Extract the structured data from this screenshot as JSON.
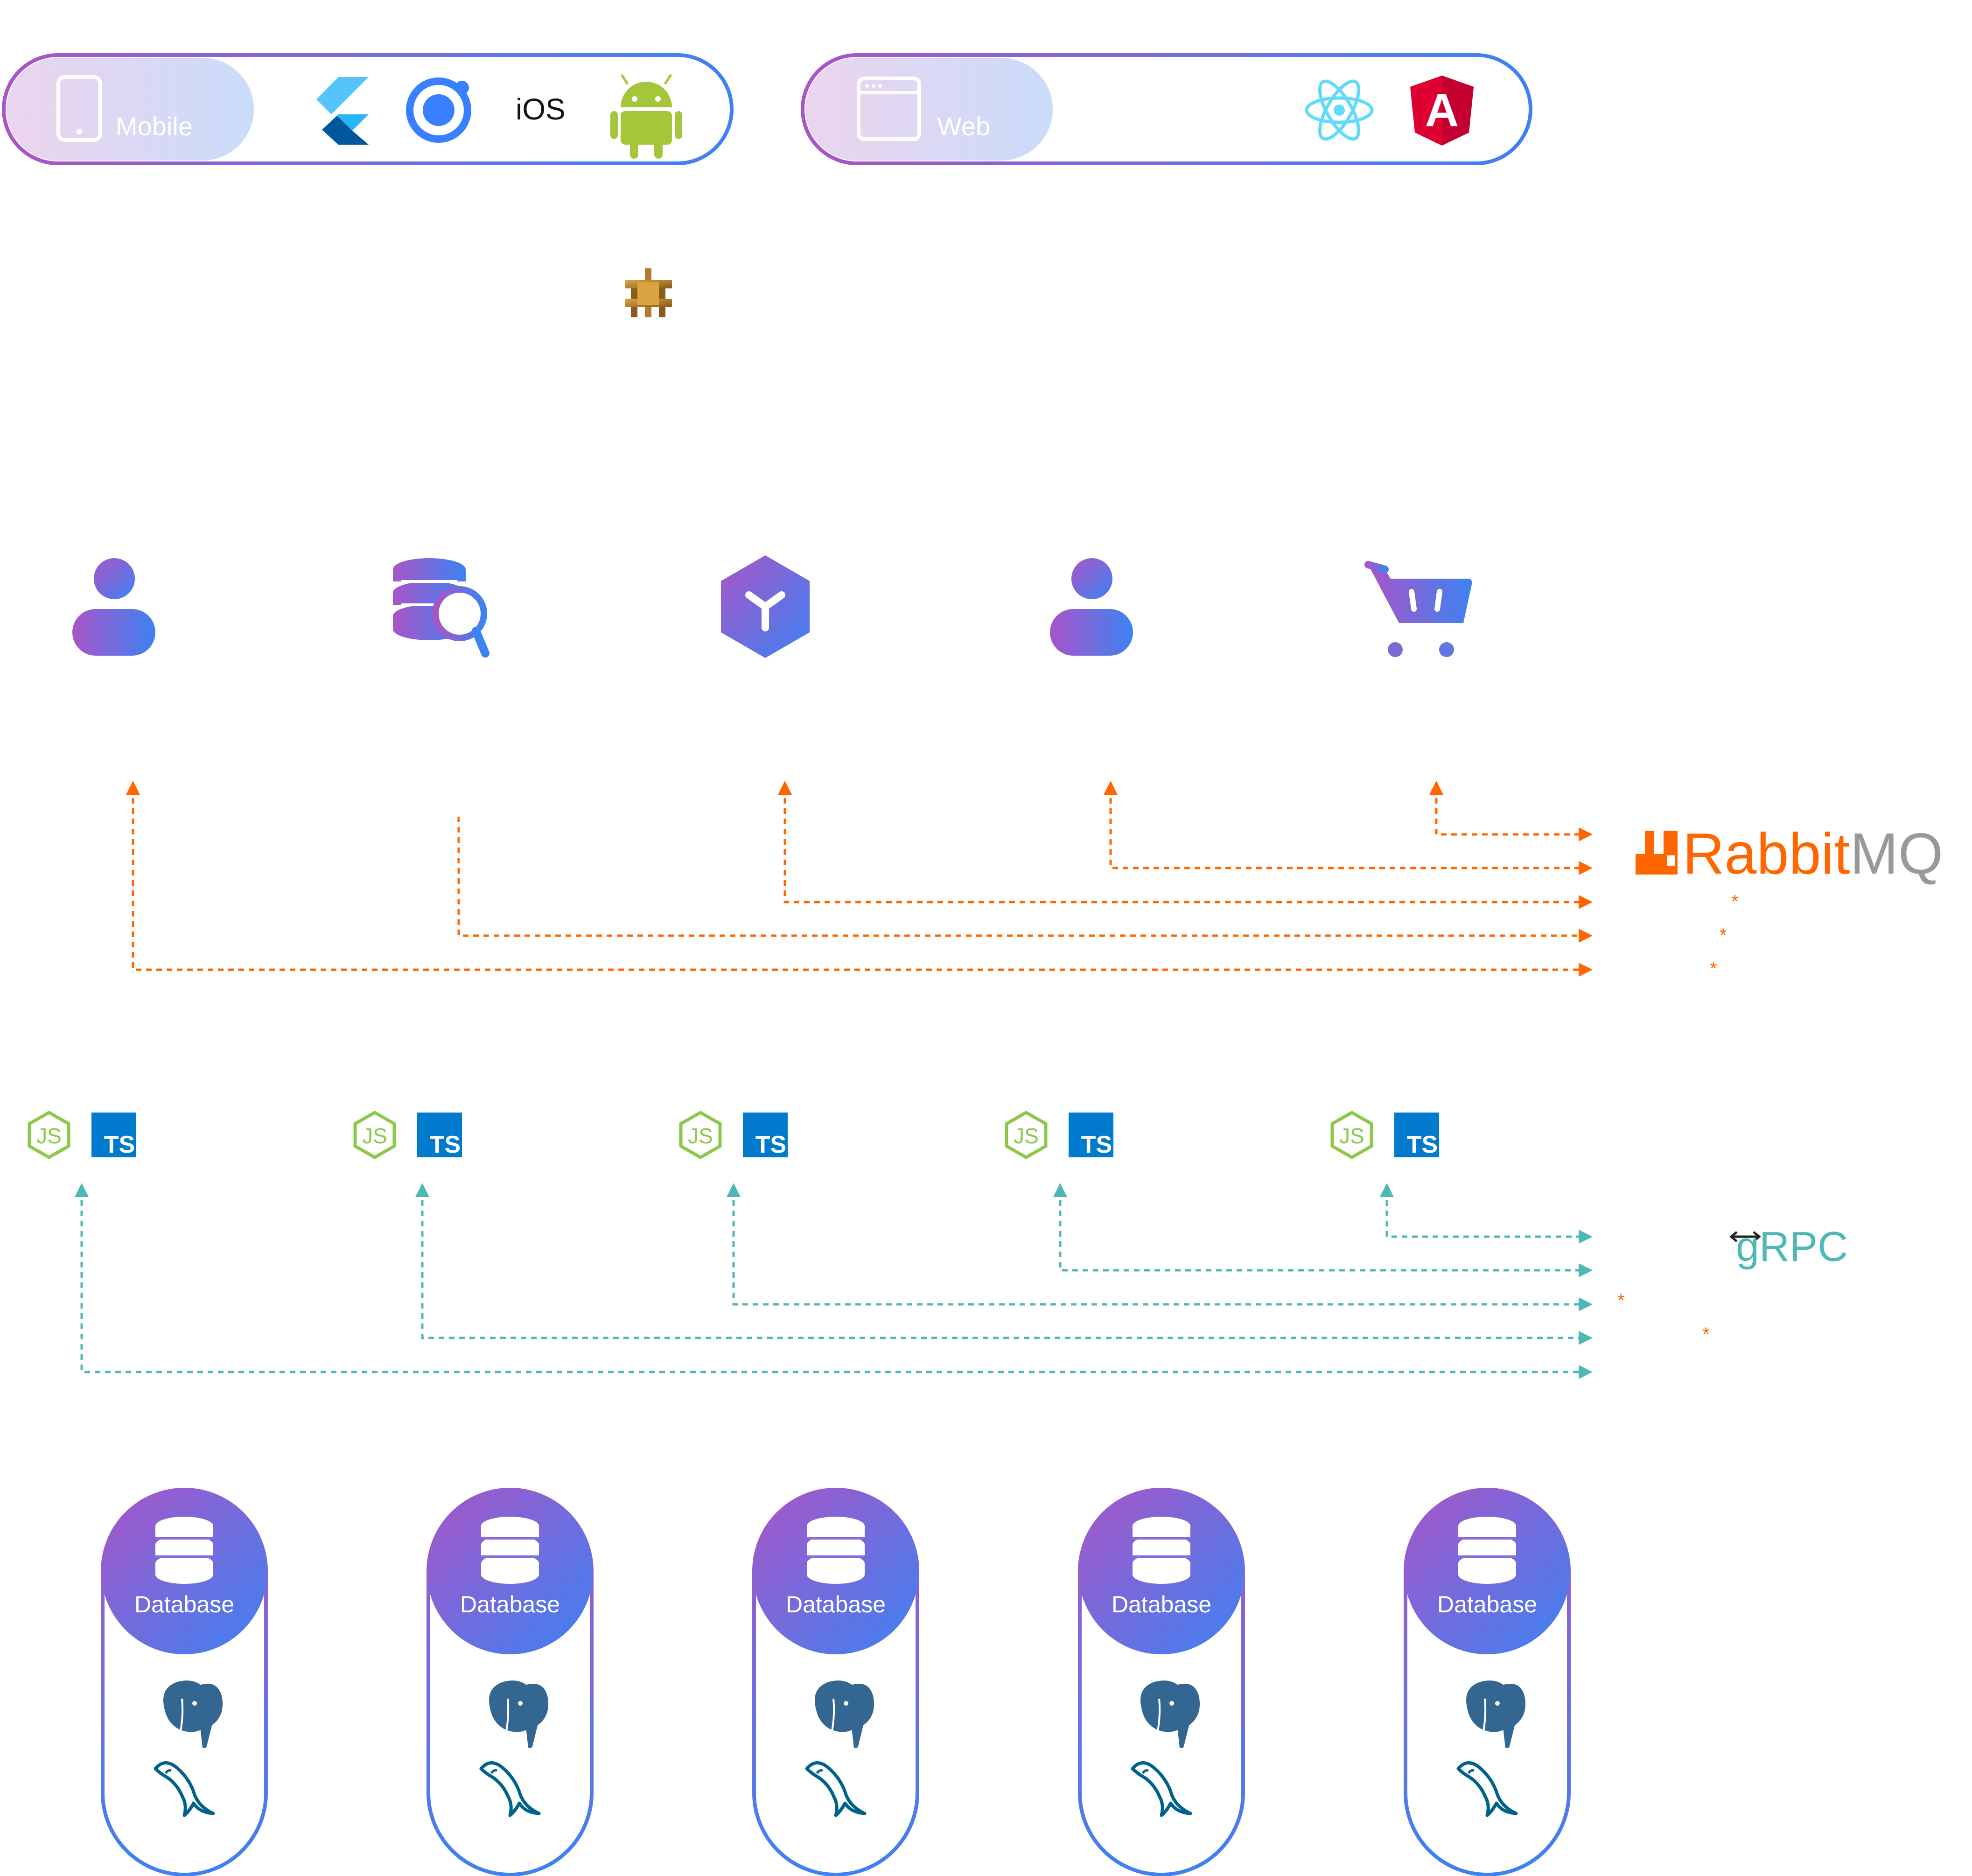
{
  "client_bar": {
    "mobile_label": "Mobile",
    "web_label": "Web",
    "mobile_icons": [
      "flutter-icon",
      "ionic-icon",
      "ios-icon",
      "android-icon"
    ],
    "ios_text": "iOS",
    "web_icons": [
      "react-icon",
      "angular-icon"
    ],
    "angular_letter": "A"
  },
  "gateway": {
    "icon": "aws-api-gateway-icon"
  },
  "services": [
    {
      "icon": "user-icon"
    },
    {
      "icon": "database-search-icon"
    },
    {
      "icon": "product-cube-icon"
    },
    {
      "icon": "user-icon"
    },
    {
      "icon": "shopping-cart-icon"
    }
  ],
  "message_broker": {
    "brand_part_1": "Rabbit",
    "brand_part_2": "MQ",
    "asterisk": "*"
  },
  "grpc": {
    "label": "gRPC",
    "asterisk": "*"
  },
  "runtime_badges": {
    "js": "JS",
    "ts": "TS"
  },
  "databases": [
    {
      "label": "Database",
      "engines": [
        "postgresql-icon",
        "mysql-icon"
      ]
    },
    {
      "label": "Database",
      "engines": [
        "postgresql-icon",
        "mysql-icon"
      ]
    },
    {
      "label": "Database",
      "engines": [
        "postgresql-icon",
        "mysql-icon"
      ]
    },
    {
      "label": "Database",
      "engines": [
        "postgresql-icon",
        "mysql-icon"
      ]
    },
    {
      "label": "Database",
      "engines": [
        "postgresql-icon",
        "mysql-icon"
      ]
    }
  ],
  "colors": {
    "gradient_start": "#a855c7",
    "gradient_end": "#3d82f2",
    "rabbitmq_orange": "#ff6600",
    "rabbitmq_gray": "#999999",
    "grpc_teal": "#4fb8b4",
    "node_green": "#8cc84b",
    "ts_blue": "#007acc",
    "angular_red": "#dd0031",
    "react_cyan": "#61dafb",
    "android_green": "#a4c639"
  }
}
